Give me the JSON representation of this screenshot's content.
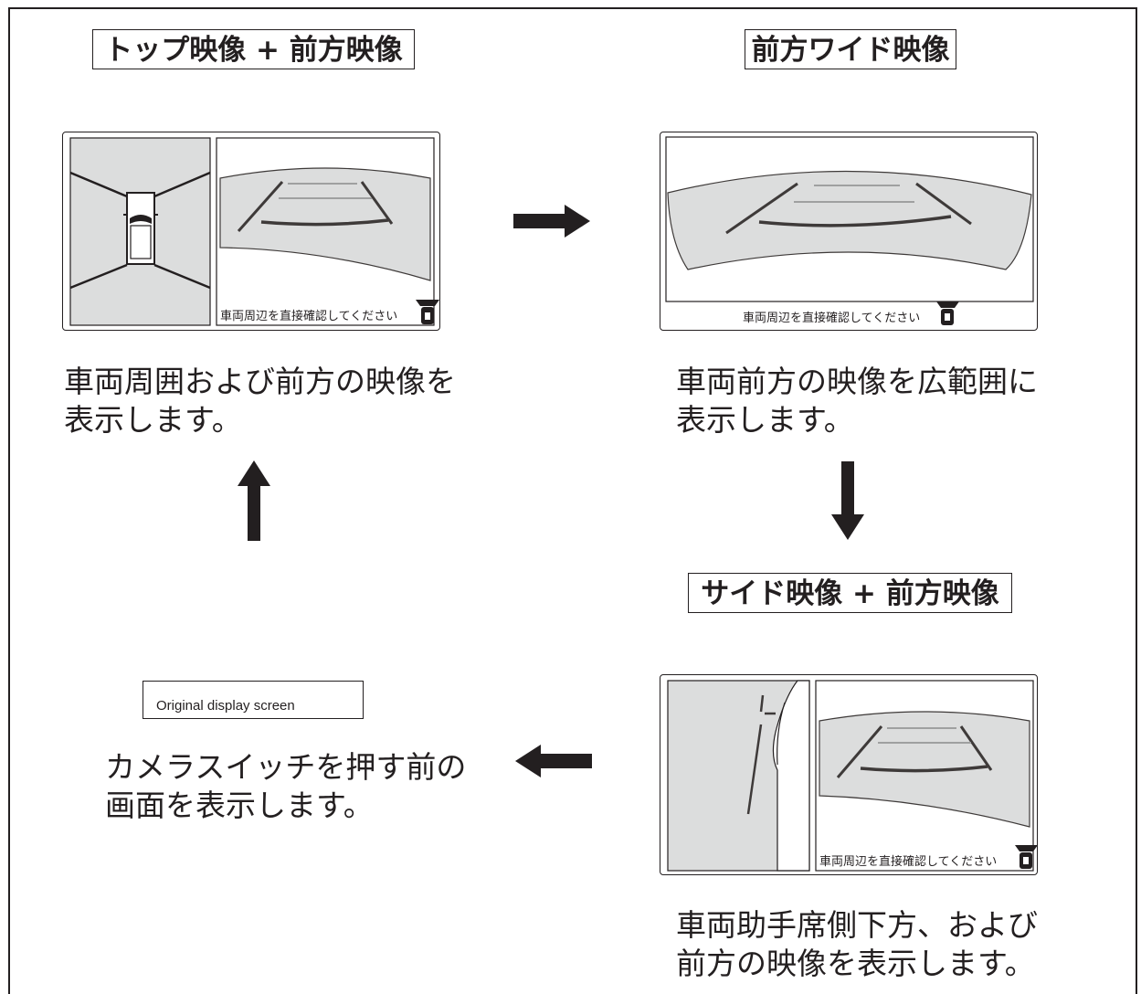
{
  "titles": {
    "top_front": "トップ映像 + 前方映像",
    "front_wide": "前方ワイド映像",
    "side_front": "サイド映像 + 前方映像"
  },
  "screens": {
    "warning_text": "車両周辺を直接確認してください"
  },
  "descriptions": {
    "top_front": [
      "車両周囲および前方の映像を",
      "表示します。"
    ],
    "front_wide": [
      "車両前方の映像を広範囲に",
      "表示します。"
    ],
    "side_front": [
      "車両助手席側下方、および",
      "前方の映像を表示します。"
    ],
    "original": [
      "カメラスイッチを押す前の",
      "画面を表示します。"
    ]
  },
  "original_screen_label": "Original display screen",
  "colors": {
    "panel_gray": "#dcdddd",
    "line_dark": "#3e3a39",
    "line_light": "#9fa0a0",
    "ink": "#231f20"
  },
  "icons": [
    "arrow-right-icon",
    "arrow-down-icon",
    "arrow-left-icon",
    "arrow-up-icon",
    "car-camera-icon"
  ]
}
